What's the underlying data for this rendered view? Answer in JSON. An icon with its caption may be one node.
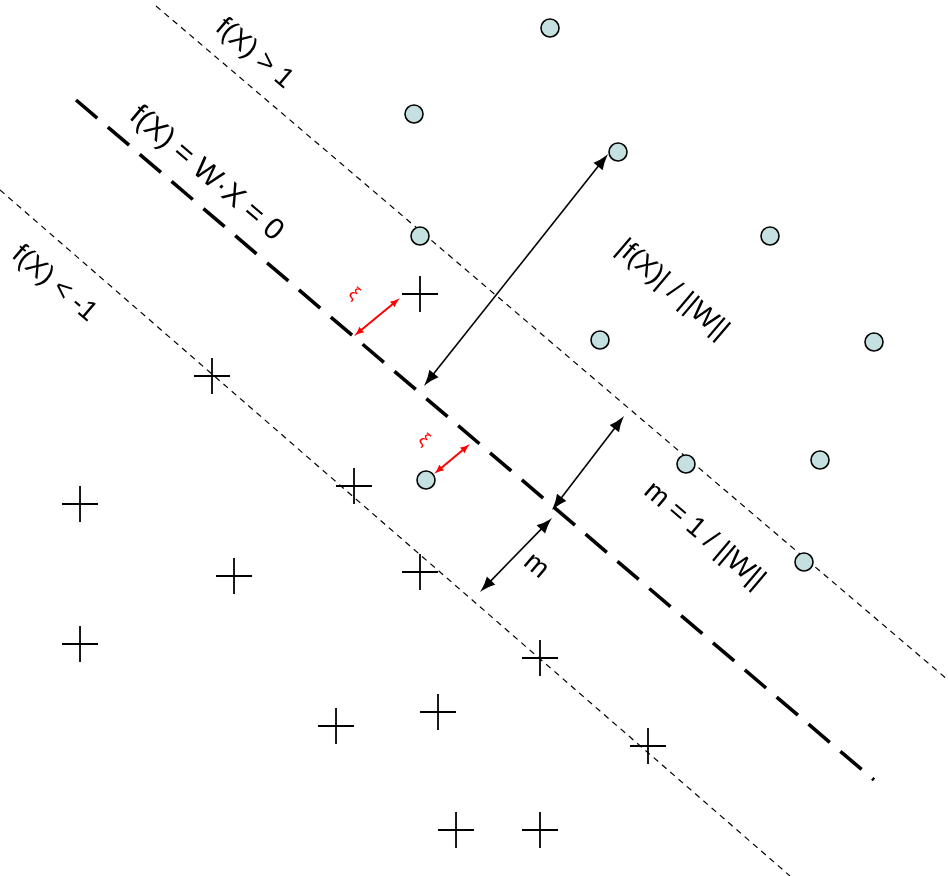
{
  "diagram": {
    "labels": [
      "f(X) > 1",
      "f(X) = W·X = 0",
      "f(X) < -1",
      "ξ",
      "|f(X)| / ||W||",
      "ξ",
      "m = 1 / ||W||",
      "m"
    ]
  }
}
